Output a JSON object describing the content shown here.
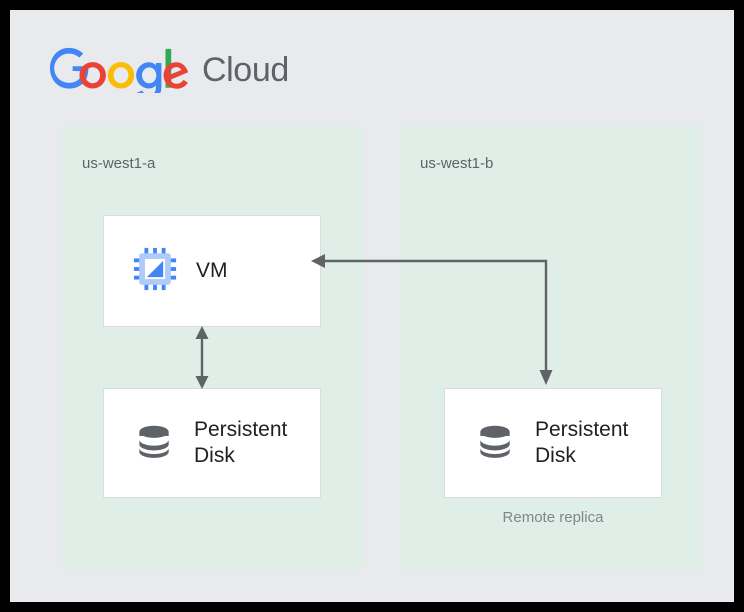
{
  "brand": {
    "google_word": "Google",
    "cloud_word": "Cloud",
    "logo_colors": {
      "blue": "#4285f4",
      "red": "#ea4335",
      "yellow": "#fbbc05",
      "green": "#34a853",
      "grey": "#5f6368"
    }
  },
  "canvas": {
    "background": "#e8eaed",
    "frame_color": "#000000"
  },
  "zones": [
    {
      "id": "us-west1-a",
      "label": "us-west1-a",
      "fill": "#dfefe7",
      "nodes": [
        {
          "id": "vm",
          "label": "VM",
          "icon": "cpu-chip-icon",
          "icon_color": "#4285f4"
        },
        {
          "id": "persistent-disk-a",
          "label": "Persistent\nDisk",
          "icon": "database-icon",
          "icon_color": "#5f6368"
        }
      ]
    },
    {
      "id": "us-west1-b",
      "label": "us-west1-b",
      "fill": "#dfefe7",
      "nodes": [
        {
          "id": "persistent-disk-b",
          "label": "Persistent\nDisk",
          "icon": "database-icon",
          "icon_color": "#5f6368",
          "caption": "Remote replica"
        }
      ]
    }
  ],
  "connectors": [
    {
      "id": "vm-to-disk-a",
      "from": "vm",
      "to": "persistent-disk-a",
      "style": "double-headed-vertical-arrow",
      "color": "#5f6368"
    },
    {
      "id": "disk-b-replication",
      "from": "persistent-disk-b",
      "to": "vm",
      "style": "elbow-arrow",
      "color": "#5f6368"
    }
  ]
}
